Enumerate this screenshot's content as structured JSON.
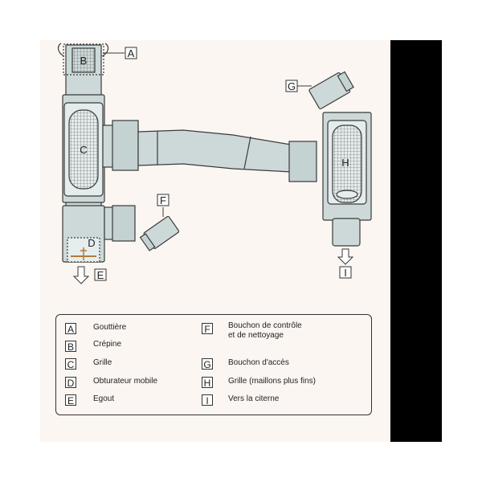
{
  "colors": {
    "pipe": "#cdd9d9",
    "pipe_dark": "#aebdbd",
    "outline": "#3a3a3a",
    "background": "#fbf6f2",
    "accent": "#b07a3c"
  },
  "diagram": {
    "labels": {
      "A": "A",
      "B": "B",
      "C": "C",
      "D": "D",
      "E": "E",
      "F": "F",
      "G": "G",
      "H": "H",
      "I": "I"
    }
  },
  "legend": {
    "left": [
      {
        "key": "A",
        "text": "Gouttière"
      },
      {
        "key": "B",
        "text": "Crépine"
      },
      {
        "key": "C",
        "text": "Grille"
      },
      {
        "key": "D",
        "text": "Obturateur mobile"
      },
      {
        "key": "E",
        "text": "Egout"
      }
    ],
    "right": [
      {
        "key": "F",
        "text_line1": "Bouchon de contrôle",
        "text_line2": "et de nettoyage"
      },
      {
        "key": "G",
        "text": "Bouchon d'accès"
      },
      {
        "key": "H",
        "text": "Grille (maillons plus fins)"
      },
      {
        "key": "I",
        "text": "Vers la citerne"
      }
    ]
  }
}
